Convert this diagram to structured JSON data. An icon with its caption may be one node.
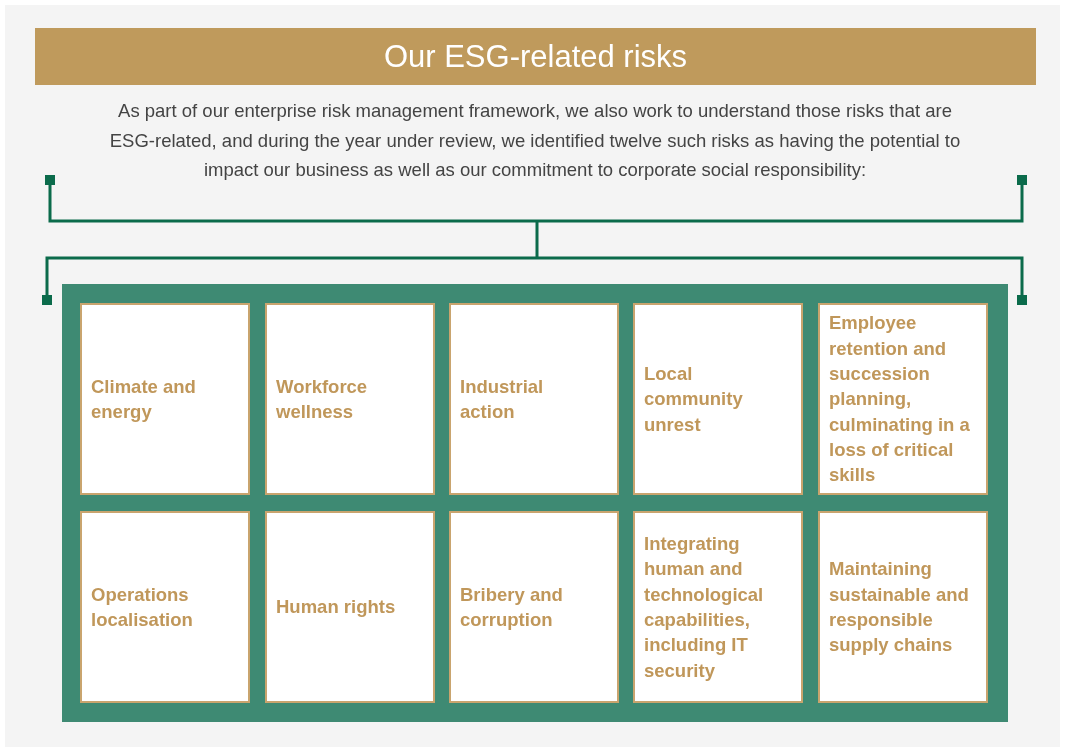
{
  "diagram": {
    "title": "Our ESG-related risks",
    "nodes": [
      {
        "text": [],
        "shape": "box"
      },
      {
        "text": [
          "Climate and energy"
        ],
        "in": 0
      },
      {
        "text": [
          "Workforce wellness"
        ],
        "in": 0
      },
      {
        "text": [
          "Industrial action"
        ],
        "in": 0
      },
      {
        "text": [
          "Local community unrest"
        ],
        "in": 0
      },
      {
        "text": [
          "Employee retention and succession planning, culminating in a loss of critical skills"
        ],
        "in": 0
      },
      {
        "text": [
          "Operations localisation"
        ],
        "in": 0
      },
      {
        "text": [
          "Human rights"
        ],
        "in": 0
      },
      {
        "text": [
          "Bribery and corruption"
        ],
        "in": 0
      },
      {
        "text": [
          "Integrating human and technological capabilities, including IT security"
        ],
        "in": 0
      },
      {
        "text": [
          "Maintaining sustainable and responsible supply chains"
        ],
        "in": 0
      }
    ],
    "labels": [
      "As part of our enterprise risk management framework, we also work to understand those risks that are ESG-related, and during the year under review, we identified twelve such risks as having the potential to impact our business as well as our commitment to corporate social responsibility:"
    ]
  }
}
